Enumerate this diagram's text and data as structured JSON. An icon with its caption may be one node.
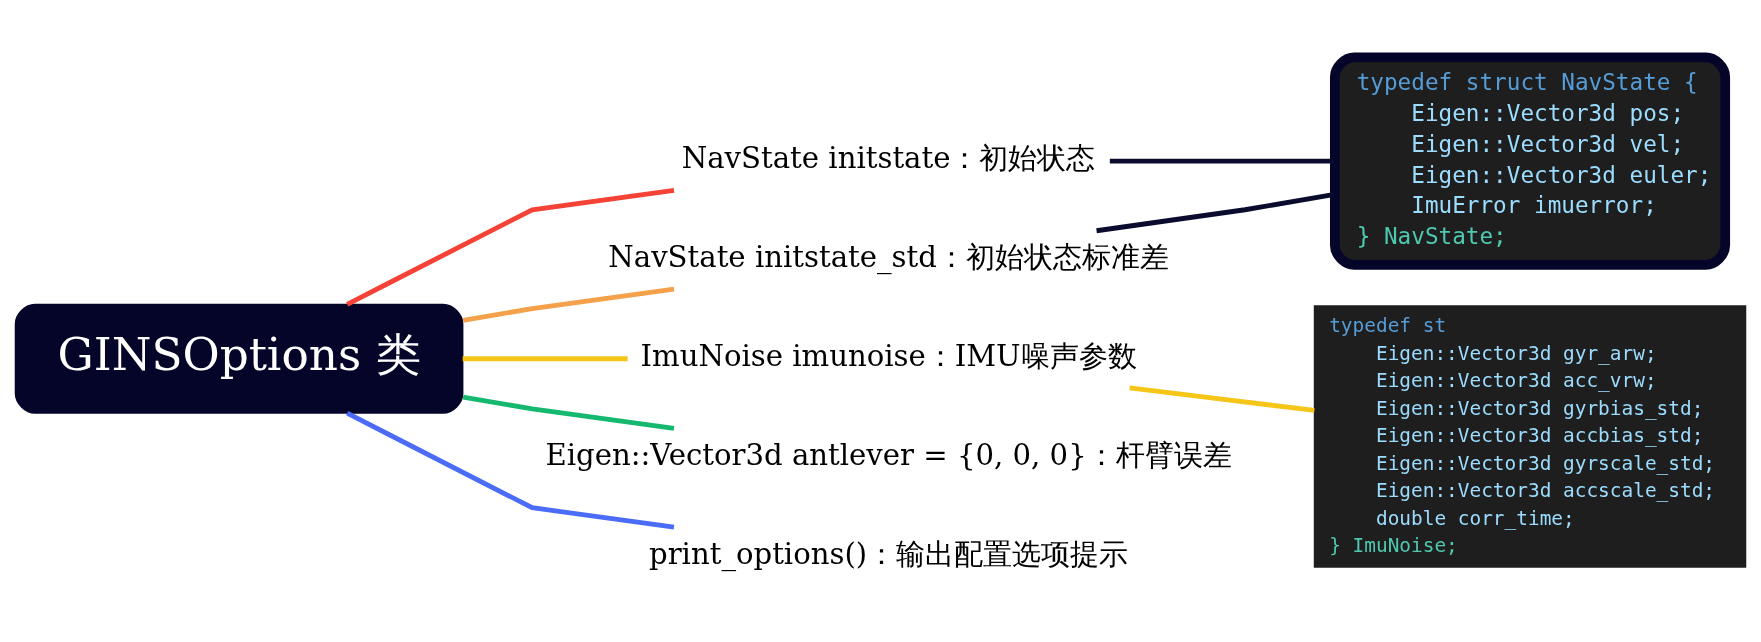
{
  "diagram": {
    "nodes": [
      {
        "text": [
          "GINSOptions 类"
        ]
      },
      {
        "text": [
          "NavState initstate：初始状态"
        ]
      },
      {
        "text": [
          "NavState initstate_std：初始状态标准差"
        ]
      },
      {
        "text": [
          "ImuNoise imunoise：IMU噪声参数"
        ]
      },
      {
        "text": [
          "Eigen::Vector3d antlever = {0, 0, 0}：杆臂误差"
        ]
      },
      {
        "text": [
          "print_options()：输出配置选项提示"
        ]
      },
      {
        "text": [
          "typedef struct NavState {",
          "Eigen::Vector3d pos;",
          "Eigen::Vector3d vel;",
          "Eigen::Vector3d euler;",
          "ImuError imuerror;",
          "} NavState;"
        ]
      },
      {
        "text": [
          "typedef st",
          "Eigen::Vector3d gyr_arw;",
          "Eigen::Vector3d acc_vrw;",
          "Eigen::Vector3d gyrbias_std;",
          "Eigen::Vector3d accbias_std;",
          "Eigen::Vector3d gyrscale_std;",
          "Eigen::Vector3d accscale_std;",
          "double corr_time;",
          "} ImuNoise;"
        ]
      }
    ],
    "edges": [
      {
        "from": 0,
        "to": 1,
        "arrow": "none",
        "color": "#f44336"
      },
      {
        "from": 0,
        "to": 2,
        "arrow": "none",
        "color": "#f5a04a"
      },
      {
        "from": 0,
        "to": 3,
        "arrow": "none",
        "color": "#f5c518"
      },
      {
        "from": 0,
        "to": 4,
        "arrow": "none",
        "color": "#14b86e"
      },
      {
        "from": 0,
        "to": 5,
        "arrow": "none",
        "color": "#4a6cf7"
      },
      {
        "from": 1,
        "to": 6,
        "arrow": "none",
        "color": "#0b0b2e"
      },
      {
        "from": 2,
        "to": 6,
        "arrow": "none",
        "color": "#0b0b2e"
      },
      {
        "from": 3,
        "to": 7,
        "arrow": "none",
        "color": "#f5c518"
      }
    ]
  }
}
